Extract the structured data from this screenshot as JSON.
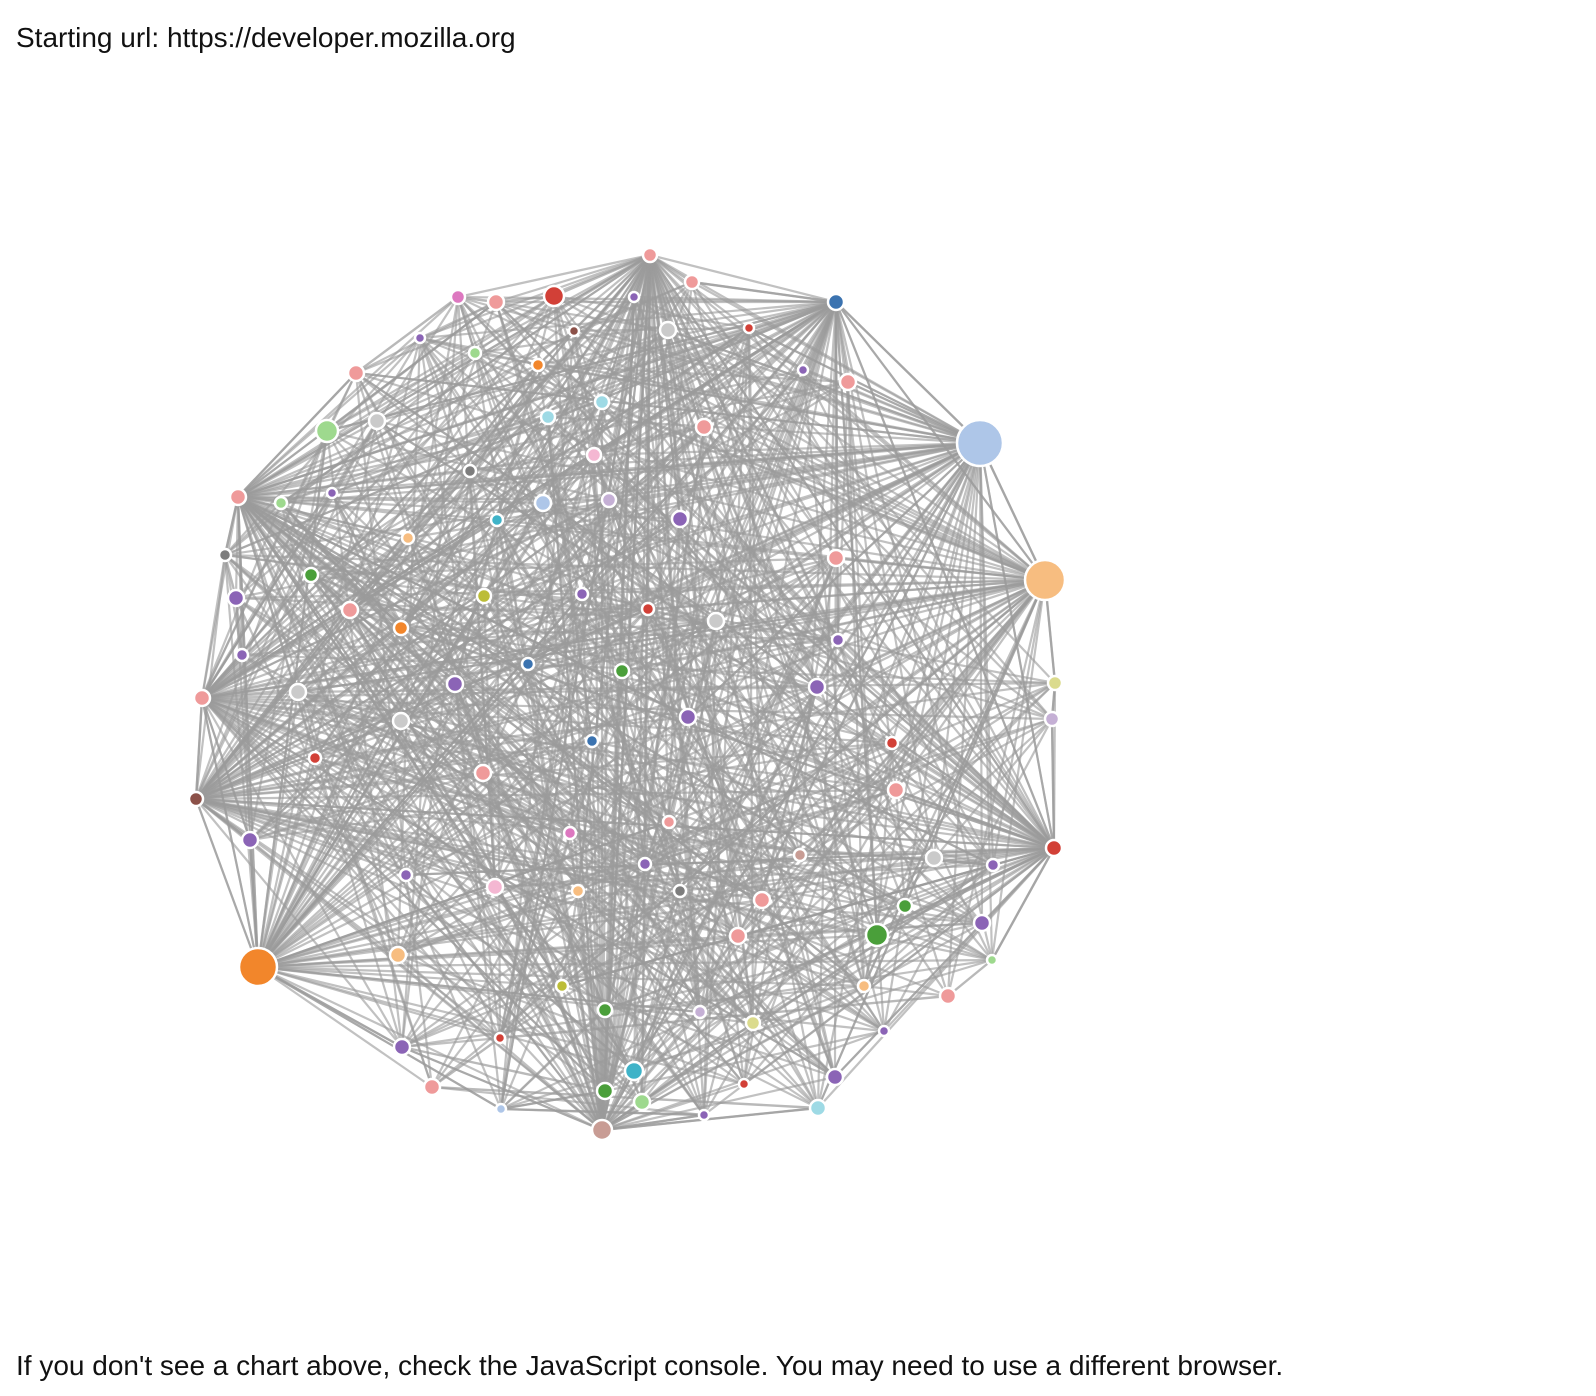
{
  "header": {
    "starting_url_text": "Starting url: https://developer.mozilla.org"
  },
  "footer": {
    "message": "If you don't see a chart above, check the JavaScript console. You may need to use a different browser."
  },
  "graph": {
    "type": "force-directed network (circular cluster)",
    "edge_color": "#9b9b9b",
    "node_stroke_color": "#ffffff",
    "palette": [
      "#ef9a9a",
      "#d24037",
      "#3b73b0",
      "#8b64b6",
      "#4a9f3a",
      "#f2862b",
      "#aec6e8",
      "#f7bd80",
      "#9ed98e",
      "#c5b0d5",
      "#8c5149",
      "#c89c94",
      "#dd78c0",
      "#f4b7d2",
      "#7d7d7d",
      "#cacaca",
      "#bcbd37",
      "#dbdb8d",
      "#3fb3c8",
      "#9edae5"
    ],
    "hub_colors": {
      "light_blue_hub": "#aec6e8",
      "peach_hub": "#f7bd80",
      "orange_hub": "#f2862b"
    }
  }
}
